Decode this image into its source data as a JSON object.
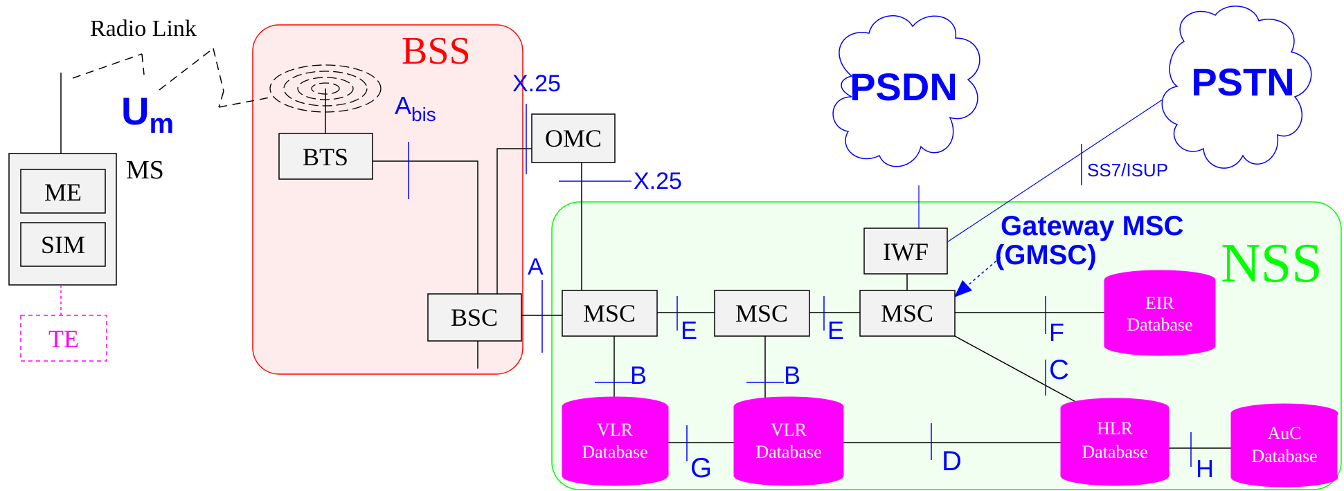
{
  "diagram": {
    "regions": {
      "bss": "BSS",
      "nss": "NSS"
    },
    "radio_link": "Radio Link",
    "um": {
      "main": "U",
      "sub": "m"
    },
    "ms_label": "MS",
    "nodes": {
      "me": "ME",
      "sim": "SIM",
      "te": "TE",
      "bts": "BTS",
      "bsc": "BSC",
      "omc": "OMC",
      "msc1": "MSC",
      "msc2": "MSC",
      "msc3": "MSC",
      "iwf": "IWF"
    },
    "databases": {
      "vlr1": {
        "line1": "VLR",
        "line2": "Database"
      },
      "vlr2": {
        "line1": "VLR",
        "line2": "Database"
      },
      "hlr": {
        "line1": "HLR",
        "line2": "Database"
      },
      "auc": {
        "line1": "AuC",
        "line2": "Database"
      },
      "eir": {
        "line1": "EIR",
        "line2": "Database"
      }
    },
    "clouds": {
      "psdn": "PSDN",
      "pstn": "PSTN"
    },
    "gateway": {
      "line1": "Gateway MSC",
      "line2": "(GMSC)"
    },
    "interfaces": {
      "abis_main": "A",
      "abis_sub": "bis",
      "x25_top": "X.25",
      "x25_right": "X.25",
      "a": "A",
      "e1": "E",
      "e2": "E",
      "b1": "B",
      "b2": "B",
      "f": "F",
      "c": "C",
      "d": "D",
      "g": "G",
      "h": "H",
      "ss7": "SS7/ISUP"
    },
    "colors": {
      "bss_fill": "#fdeceb",
      "bss_border": "#ff0000",
      "nss_fill": "#f0fff0",
      "nss_border": "#00ff00",
      "interface": "#0000ff",
      "database": "#ff00ff"
    }
  }
}
